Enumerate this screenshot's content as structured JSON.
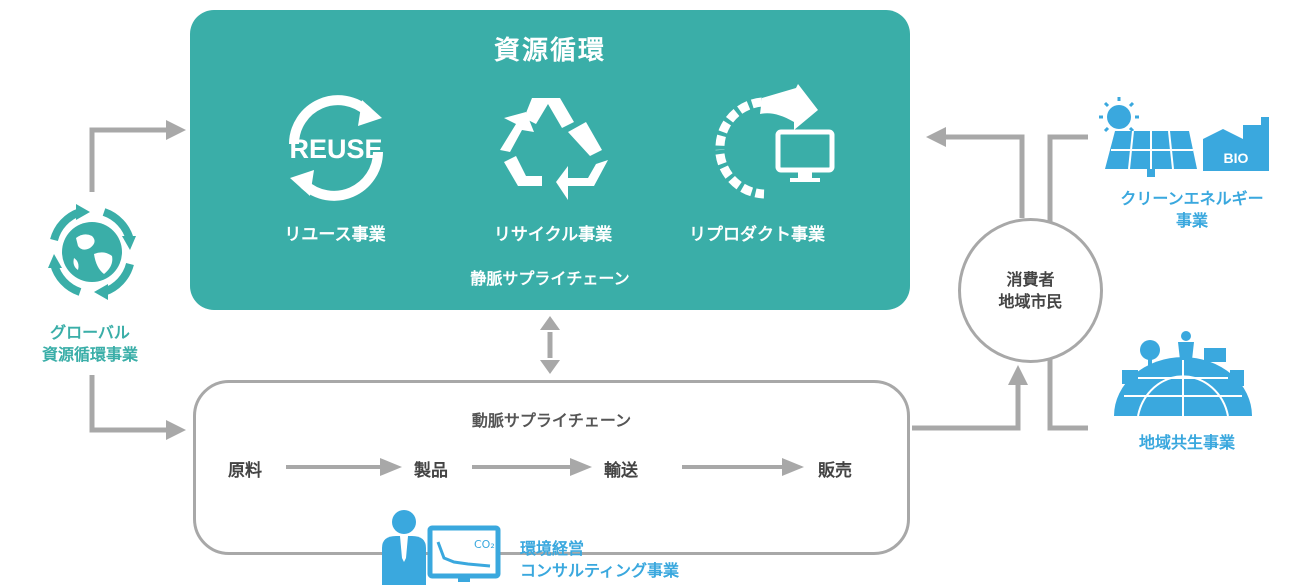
{
  "resource_cycle": {
    "title": "資源循環",
    "reuse_label": "リユース事業",
    "recycle_label": "リサイクル事業",
    "reproduct_label": "リプロダクト事業",
    "reuse_icon_text": "REUSE",
    "supply_chain": "静脈サプライチェーン"
  },
  "arterial": {
    "title": "動脈サプライチェーン",
    "steps": [
      "原料",
      "製品",
      "輸送",
      "販売"
    ]
  },
  "global": {
    "line1": "グローバル",
    "line2": "資源循環事業"
  },
  "consumer": {
    "line1": "消費者",
    "line2": "地域市民"
  },
  "clean_energy": {
    "line1": "クリーンエネルギー",
    "line2": "事業",
    "bio_text": "BIO"
  },
  "regional": {
    "label": "地域共生事業"
  },
  "consulting": {
    "line1": "環境経営",
    "line2": "コンサルティング事業",
    "co2_text": "CO₂"
  },
  "colors": {
    "teal": "#3aaea8",
    "blue": "#3aa8de",
    "gray": "#a8a8a8"
  }
}
